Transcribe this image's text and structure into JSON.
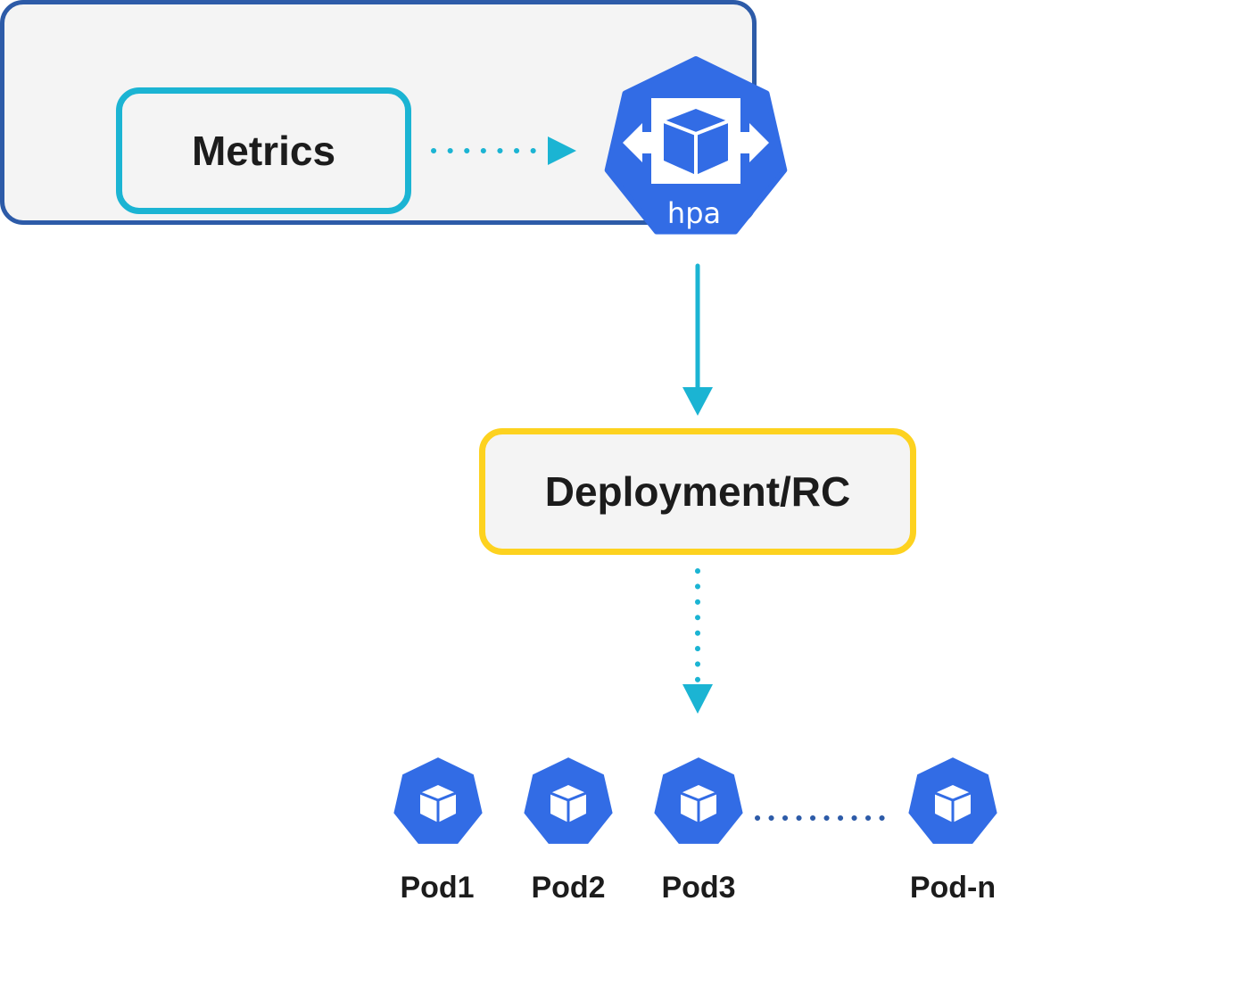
{
  "diagram": {
    "title": "Kubernetes Horizontal Pod Autoscaler flow",
    "nodes": {
      "metrics": {
        "label": "Metrics",
        "border_color": "#1bb4d3"
      },
      "hpa": {
        "label": "hpa",
        "icon": "kubernetes-hpa-icon",
        "color": "#326ce5"
      },
      "deployment": {
        "label": "Deployment/RC",
        "border_color": "#fdd21f"
      },
      "pods_group": {
        "border_color": "#2d5ba8",
        "pods": [
          {
            "label": "Pod1",
            "icon": "kubernetes-pod-icon"
          },
          {
            "label": "Pod2",
            "icon": "kubernetes-pod-icon"
          },
          {
            "label": "Pod3",
            "icon": "kubernetes-pod-icon"
          },
          {
            "label": "Pod-n",
            "icon": "kubernetes-pod-icon"
          }
        ]
      }
    },
    "edges": [
      {
        "from": "Metrics",
        "to": "hpa",
        "style": "dotted",
        "color": "#1bb4d3"
      },
      {
        "from": "hpa",
        "to": "Deployment/RC",
        "style": "solid",
        "color": "#1bb4d3"
      },
      {
        "from": "Deployment/RC",
        "to": "Pods",
        "style": "dotted",
        "color": "#1bb4d3"
      },
      {
        "from": "Pod3",
        "to": "Pod-n",
        "style": "dotted",
        "color": "#2d5ba8"
      }
    ]
  }
}
